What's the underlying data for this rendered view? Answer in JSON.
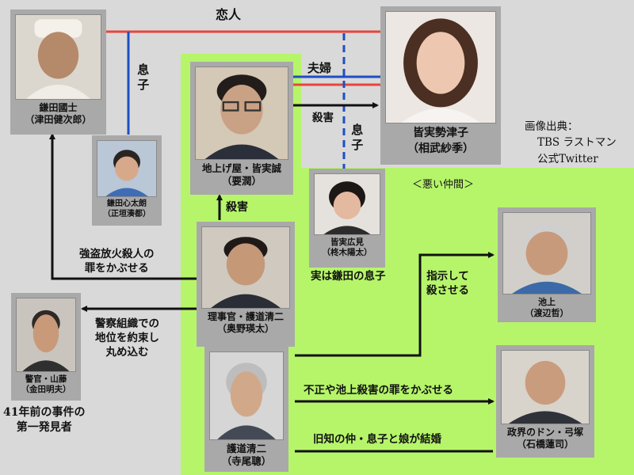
{
  "labels": {
    "lovers": "恋人",
    "married": "夫婦",
    "son_left": "息子",
    "son_right": "息子",
    "murder_top": "殺害",
    "murder_mid": "殺害",
    "frame_robbery_1": "強盗放火殺人の",
    "frame_robbery_2": "罪をかぶせる",
    "promise_1": "警察組織での",
    "promise_2": "地位を約束し",
    "promise_3": "丸め込む",
    "order_1": "指示して",
    "order_2": "殺させる",
    "frame_fraud": "不正や池上殺害の罪をかぶせる",
    "old_friends": "旧知の仲・息子と娘が結婚",
    "bad_group": "＜悪い仲間＞",
    "witness_1": "41年前の事件の",
    "witness_2": "第一発見者",
    "real_son": "実は鎌田の息子"
  },
  "credit": {
    "line1": "画像出典：",
    "line2": "TBS ラストマン",
    "line3": "公式Twitter"
  },
  "people": {
    "kamata": {
      "role": "鎌田國士",
      "actor": "（津田健次郎）"
    },
    "shintaro": {
      "role": "鎌田心太朗",
      "actor": "（正垣湊都）"
    },
    "makoto": {
      "role": "地上げ屋・皆実誠",
      "actor": "（要潤）"
    },
    "seiko": {
      "role": "皆実勢津子",
      "actor": "（相武紗季）"
    },
    "hiromi": {
      "role": "皆実広見",
      "actor": "（柊木陽太）"
    },
    "seiji_jr": {
      "role": "理事官・護道清二",
      "actor": "（奥野瑛太）"
    },
    "seiji_sr": {
      "role": "護道清二",
      "actor": "（寺尾聰）"
    },
    "yamafuji": {
      "role": "警官・山藤",
      "actor": "（金田明夫）"
    },
    "ikegami": {
      "role": "池上",
      "actor": "（渡辺哲）"
    },
    "yuzuka": {
      "role": "政界のドン・弓塚",
      "actor": "（石橋蓮司）"
    }
  },
  "colors": {
    "green_zone": "#b6f56a",
    "card": "#a9a9a9",
    "red": "#e8453c",
    "blue": "#1d4fc4",
    "black": "#111111"
  }
}
